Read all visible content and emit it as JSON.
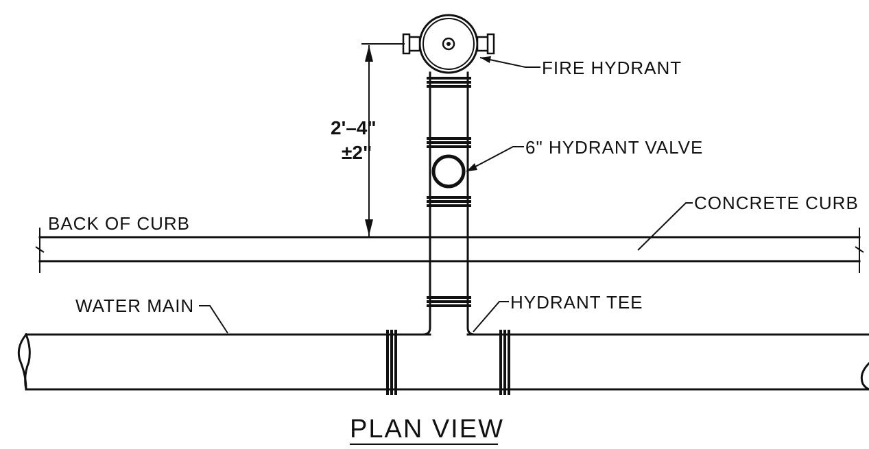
{
  "labels": {
    "fire_hydrant": "FIRE HYDRANT",
    "hydrant_valve": "6\" HYDRANT VALVE",
    "concrete_curb": "CONCRETE CURB",
    "back_of_curb": "BACK OF CURB",
    "water_main": "WATER MAIN",
    "hydrant_tee": "HYDRANT TEE"
  },
  "dimension": {
    "line1": "2'–4\"",
    "line2": "±2\""
  },
  "title": "PLAN VIEW"
}
